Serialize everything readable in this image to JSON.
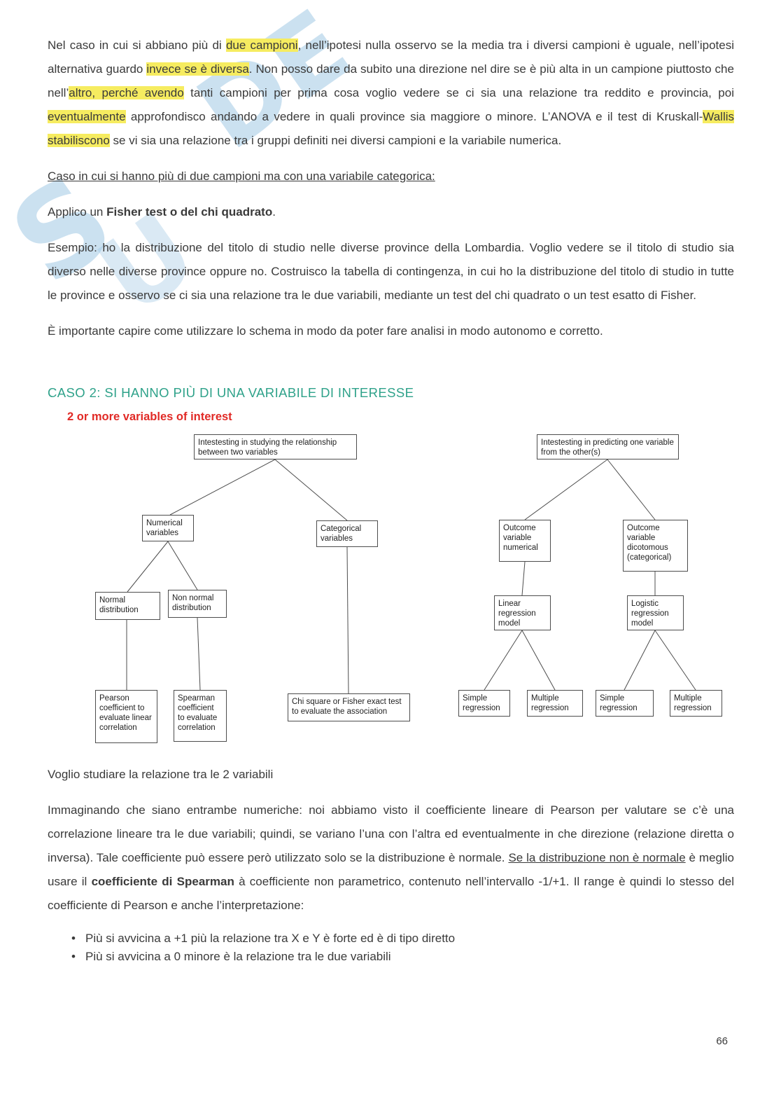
{
  "page_number": "66",
  "colors": {
    "heading": "#2fa28a",
    "red": "#e12a26",
    "highlight": "#f6ec60",
    "watermark": "#8ebede"
  },
  "watermark": {
    "glyphs": [
      "S",
      "U",
      "DE"
    ]
  },
  "paragraphs": {
    "p1_runs": [
      {
        "t": "Nel caso in cui si abbiano più di "
      },
      {
        "t": "due campioni",
        "h": true
      },
      {
        "t": ", nell’ipotesi nulla osservo se la media tra i diversi campioni è uguale, nell’ipotesi alternativa guardo "
      },
      {
        "t": "invece se è diversa",
        "h": true
      },
      {
        "t": ". Non posso dare da subito una direzione nel dire se è più alta in un campione piuttosto che nell’"
      },
      {
        "t": "altro, perché avendo",
        "h": true
      },
      {
        "t": " tanti campioni per prima cosa voglio vedere se ci sia una relazione tra reddito e provincia, poi "
      },
      {
        "t": "eventualmente",
        "h": true
      },
      {
        "t": " approfondisco andando a vedere in quali province sia maggiore o minore. L’ANOVA e il test di Kruskall-"
      },
      {
        "t": "Wallis stabiliscono",
        "h": true
      },
      {
        "t": " se vi sia una relazione tra i gruppi definiti nei diversi campioni e la variabile numerica."
      }
    ],
    "heading_case": "Caso in cui si hanno più di due campioni ma con una variabile categorica:",
    "applico_runs": [
      {
        "t": "Applico un "
      },
      {
        "t": "Fisher test o del chi quadrato",
        "b": true
      },
      {
        "t": "."
      }
    ],
    "esempio": "Esempio: ho la distribuzione del titolo di studio nelle diverse province della Lombardia. Voglio vedere se il titolo di studio sia diverso nelle diverse province oppure no. Costruisco la tabella di contingenza, in cui ho la distribuzione del titolo di studio in tutte le province e osservo se ci sia una relazione tra le due variabili, mediante un test del chi quadrato o un test esatto di Fisher.",
    "importante": "È importante capire come utilizzare lo schema in modo da poter fare analisi in modo autonomo e corretto.",
    "caso2_heading": "CASO 2: SI HANNO PIÙ DI UNA VARIABILE DI INTERESSE",
    "red_note": "2 or more variables of interest",
    "voglio": "Voglio studiare la relazione tra le 2 variabili",
    "spearman_runs": [
      {
        "t": "Immaginando che siano entrambe numeriche: noi abbiamo visto il coefficiente lineare di Pearson per valutare se c’è una correlazione lineare tra le due variabili; quindi, se variano l’una con l’altra ed eventualmente in che direzione (relazione diretta o inversa). Tale coefficiente può essere però utilizzato solo se la distribuzione è normale. "
      },
      {
        "t": "Se la distribuzione non è normale",
        "u": true
      },
      {
        "t": " è meglio usare il "
      },
      {
        "t": "coefficiente di Spearman",
        "b": true
      },
      {
        "t": " à coefficiente non parametrico, contenuto nell’intervallo -1/+1. Il range è quindi lo stesso del coefficiente di Pearson e anche l’interpretazione:"
      }
    ],
    "bullets": [
      "Più si avvicina a +1 più la relazione tra X e Y è forte ed è di tipo diretto",
      "Più si avvicina a 0 minore è la relazione tra le due variabili"
    ]
  },
  "flowchart_left": {
    "root": "Intestesting in studying the relationship between two variables",
    "numerical": "Numerical variables",
    "categorical": "Categorical variables",
    "normal": "Normal distribution",
    "non_normal": "Non normal distribution",
    "pearson": "Pearson coefficient to evaluate linear correlation",
    "spearman": "Spearman coefficient to evaluate correlation",
    "chi": "Chi square or Fisher exact test to evaluate the association"
  },
  "flowchart_right": {
    "root": "Intestesting in predicting one variable from the other(s)",
    "outcome_numerical": "Outcome variable numerical",
    "outcome_dicotomous": "Outcome variable dicotomous (categorical)",
    "linear": "Linear regression model",
    "logistic": "Logistic regression model",
    "simple1": "Simple regression",
    "multiple1": "Multiple regression",
    "simple2": "Simple regression",
    "multiple2": "Multiple regression"
  }
}
